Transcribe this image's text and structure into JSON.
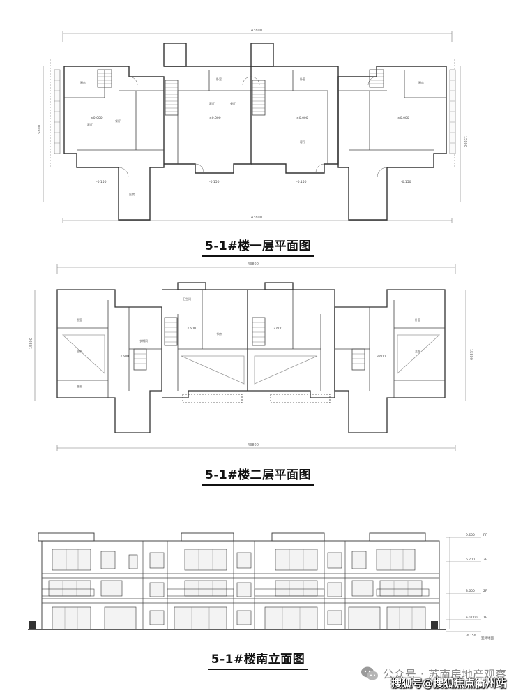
{
  "plans": [
    {
      "id": "ground",
      "title": "5-1#楼一层平面图",
      "overall_width_label": "43800",
      "depth_label": "15800",
      "levels": [
        "±0.000",
        "±0.000",
        "±0.000",
        "±0.000"
      ],
      "outdoor_levels": [
        "-0.150",
        "-0.150",
        "-0.150",
        "-0.150"
      ],
      "rooms": [
        "厨房",
        "客厅",
        "餐厅",
        "卧室",
        "客厅",
        "餐厅",
        "客厅",
        "卧室",
        "厨房",
        "庭院"
      ]
    },
    {
      "id": "second",
      "title": "5-1#楼二层平面图",
      "overall_width_label": "43800",
      "depth_label": "15800",
      "levels": [
        "3.600",
        "3.600",
        "3.600",
        "3.600"
      ],
      "rooms": [
        "卧室",
        "主卧",
        "卫生间",
        "衣帽间",
        "露台",
        "书房",
        "卧室",
        "主卧"
      ]
    },
    {
      "id": "elevation",
      "title": "5-1#楼南立面图",
      "level_marks": [
        "9.600",
        "6.700",
        "3.600",
        "±0.000",
        "-0.150"
      ],
      "floor_marks": [
        "RF",
        "3F",
        "2F",
        "1F"
      ],
      "note": "室外地面"
    }
  ],
  "watermark": {
    "channel": "公众号",
    "separator": "·",
    "account": "苏南房地产观察",
    "source": "搜狐号@搜狐焦点衢州站"
  }
}
